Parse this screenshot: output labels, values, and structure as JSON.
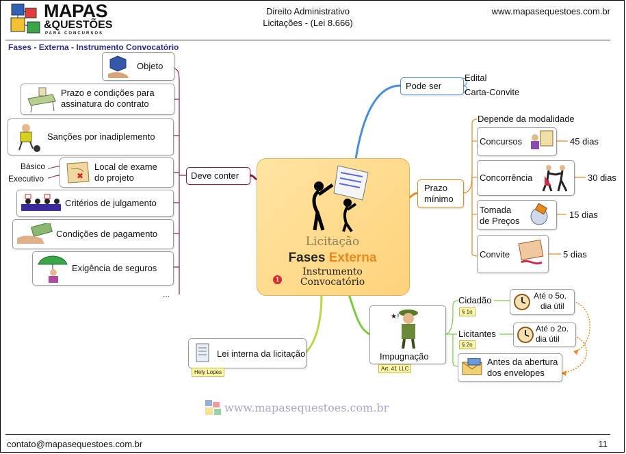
{
  "header": {
    "logo_main": "MAPAS",
    "logo_sub": "&QUESTÕES",
    "logo_tag": "PARA CONCURSOS",
    "title_line1": "Direito Administrativo",
    "title_line2": "Licitações - (Lei 8.666)",
    "site": "www.mapasequestoes.com.br"
  },
  "page_heading": "Fases - Externa - Instrumento Convocatório",
  "central": {
    "word1": "Licitação",
    "word2a": "Fases ",
    "word2b": "Externa",
    "word3": "Instrumento",
    "word4": "Convocatório",
    "badge": "1"
  },
  "left": {
    "deve_conter": "Deve conter",
    "items": [
      {
        "id": "objeto",
        "label": "Objeto"
      },
      {
        "id": "prazo",
        "label1": "Prazo e condições para",
        "label2": "assinatura do contrato"
      },
      {
        "id": "sancoes",
        "label": "Sanções por inadiplemento"
      },
      {
        "id": "local",
        "label1": "Local de exame",
        "label2": "do projeto",
        "extra1": "Básico",
        "extra2": "Executivo"
      },
      {
        "id": "criterios",
        "label": "Critérios de julgamento"
      },
      {
        "id": "pagamento",
        "label": "Condições de pagamento"
      },
      {
        "id": "seguros",
        "label": "Exigência de seguros"
      }
    ],
    "ellipsis": "..."
  },
  "pode_ser": {
    "label": "Pode ser",
    "options": [
      "Edital",
      "Carta-Convite"
    ]
  },
  "prazo_minimo": {
    "label1": "Prazo",
    "label2": "mínimo",
    "depends": "Depende da modalidade",
    "items": [
      {
        "label": "Concursos",
        "days": "45 dias"
      },
      {
        "label": "Concorrência",
        "days": "30 dias"
      },
      {
        "label1": "Tomada",
        "label2": "de Preços",
        "days": "15 dias"
      },
      {
        "label": "Convite",
        "days": "5 dias"
      }
    ]
  },
  "impugnacao": {
    "label": "Impugnação",
    "tag": "Art. 41  LLC",
    "cidadao": {
      "label": "Cidadão",
      "tag": "§ 1o",
      "deadline1": "Até o 5o.",
      "deadline2": "dia útil"
    },
    "licitantes": {
      "label": "Licitantes",
      "tag": "§ 2o",
      "deadline1": "Até o 2o.",
      "deadline2": "dia útil"
    },
    "antes1": "Antes da abertura",
    "antes2": "dos envelopes"
  },
  "lei_interna": {
    "label": "Lei interna da licitação",
    "tag": "Hely Lopes"
  },
  "watermark": "www.mapasequestoes.com.br",
  "footer": {
    "email": "contato@mapasequestoes.com.br",
    "page": "11"
  },
  "colors": {
    "left_branch": "#8b1d3f",
    "pode_ser_branch": "#4a8fd6",
    "prazo_branch": "#e88a1e",
    "impug_branch": "#7ac943",
    "lei_branch": "#b8d74a"
  }
}
